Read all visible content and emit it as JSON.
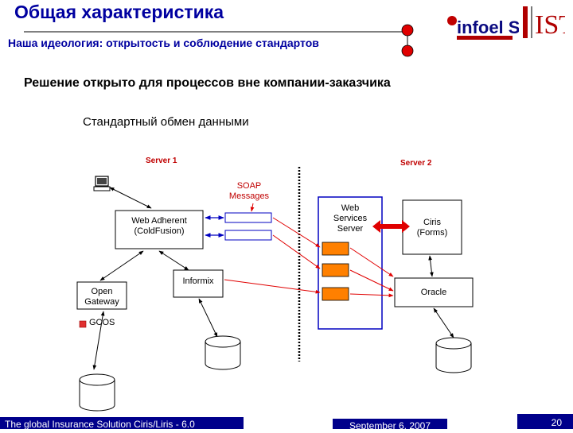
{
  "header": {
    "title": "Общая характеристика",
    "subtitle": "Наша идеология: открытость и соблюдение стандартов",
    "logo_left": "infoel S.A.",
    "logo_right": "IST"
  },
  "slide": {
    "heading": "Решение открыто для процессов вне компании-заказчика",
    "exchange_label": "Стандартный обмен данными"
  },
  "diagram": {
    "server1": "Server 1",
    "server2": "Server 2",
    "soap_line1": "SOAP",
    "soap_line2": "Messages",
    "web_adherent_line1": "Web Adherent",
    "web_adherent_line2": "(ColdFusion)",
    "informix": "Informix",
    "open_gateway_line1": "Open",
    "open_gateway_line2": "Gateway",
    "gcos": "GCOS",
    "web_services_line1": "Web",
    "web_services_line2": "Services",
    "web_services_line3": "Server",
    "ciris_line1": "Ciris",
    "ciris_line2": "(Forms)",
    "oracle": "Oracle"
  },
  "footer": {
    "left": "The global Insurance Solution  Ciris/Liris - 6.0",
    "center": "September 6, 2007",
    "page_number": "20"
  },
  "colors": {
    "title_blue": "#0000a0",
    "accent_red": "#e00000",
    "orange": "#ff8000",
    "footer_navy": "#00008b",
    "box_border_blue": "#0000c0"
  }
}
